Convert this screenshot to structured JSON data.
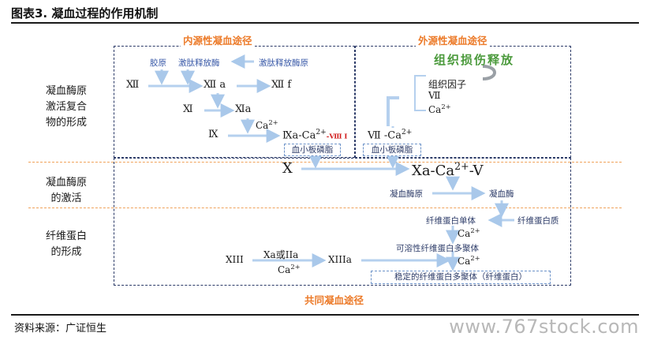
{
  "header": {
    "title": "图表3.    凝血过程的作用机制"
  },
  "footer": {
    "source": "资料来源：广证恒生",
    "watermark": "www.767stock.com"
  },
  "paths": {
    "intrinsic": "内源性凝血途径",
    "extrinsic": "外源性凝血途径",
    "common": "共同凝血途径"
  },
  "stages": {
    "stage1": [
      "凝血酶原",
      "激活复合",
      "物的形成"
    ],
    "stage2": [
      "凝血酶原",
      "的激活"
    ],
    "stage3": [
      "纤维蛋白",
      "的形成"
    ]
  },
  "intrinsic_nodes": {
    "collagen": "胶原",
    "kallikrein": "激肽释放酶",
    "prekallikrein": "激肽释放酶原",
    "f12": "Ⅻ",
    "f12a": "Ⅻ a",
    "f12f": "Ⅻ f",
    "f11": "Ⅺ",
    "f11a": "Ⅺa",
    "ca": "Ca",
    "ca_sup": "2+",
    "f9": "Ⅸ",
    "f9a_main": "Ⅸa-Ca",
    "f9a_sup": "2+",
    "f9a_tail": "-Ⅷ I",
    "platelet": "血小板磷脂"
  },
  "extrinsic_nodes": {
    "release": "组织损伤释放",
    "tissue_factor": "组织因子",
    "f7": "Ⅶ",
    "ca": "Ca",
    "ca_sup": "2+",
    "f7ca_main": "Ⅶ -Ca",
    "f7ca_sup": "2+",
    "platelet": "血小板磷脂"
  },
  "common_nodes": {
    "fx": "X",
    "fxa_main": "Xa-Ca",
    "fxa_sup": "2+",
    "fxa_tail": "-V",
    "prothrombin": "凝血酶原",
    "thrombin": "凝血酶",
    "fibrinogen": "纤维蛋白质",
    "fibrin_monomer": "纤维蛋白单体",
    "ca1": "Ca",
    "ca1_sup": "2+",
    "soluble_polymer": "可溶性纤维蛋白多聚体",
    "f13": "XIII",
    "xa_or_iia": "Xa或IIa",
    "ca2": "Ca",
    "ca2_sup": "2+",
    "f13a": "XIIIa",
    "ca3": "Ca",
    "ca3_sup": "2+",
    "stable_polymer": "稳定的纤维蛋白多聚体（纤维蛋白）"
  }
}
